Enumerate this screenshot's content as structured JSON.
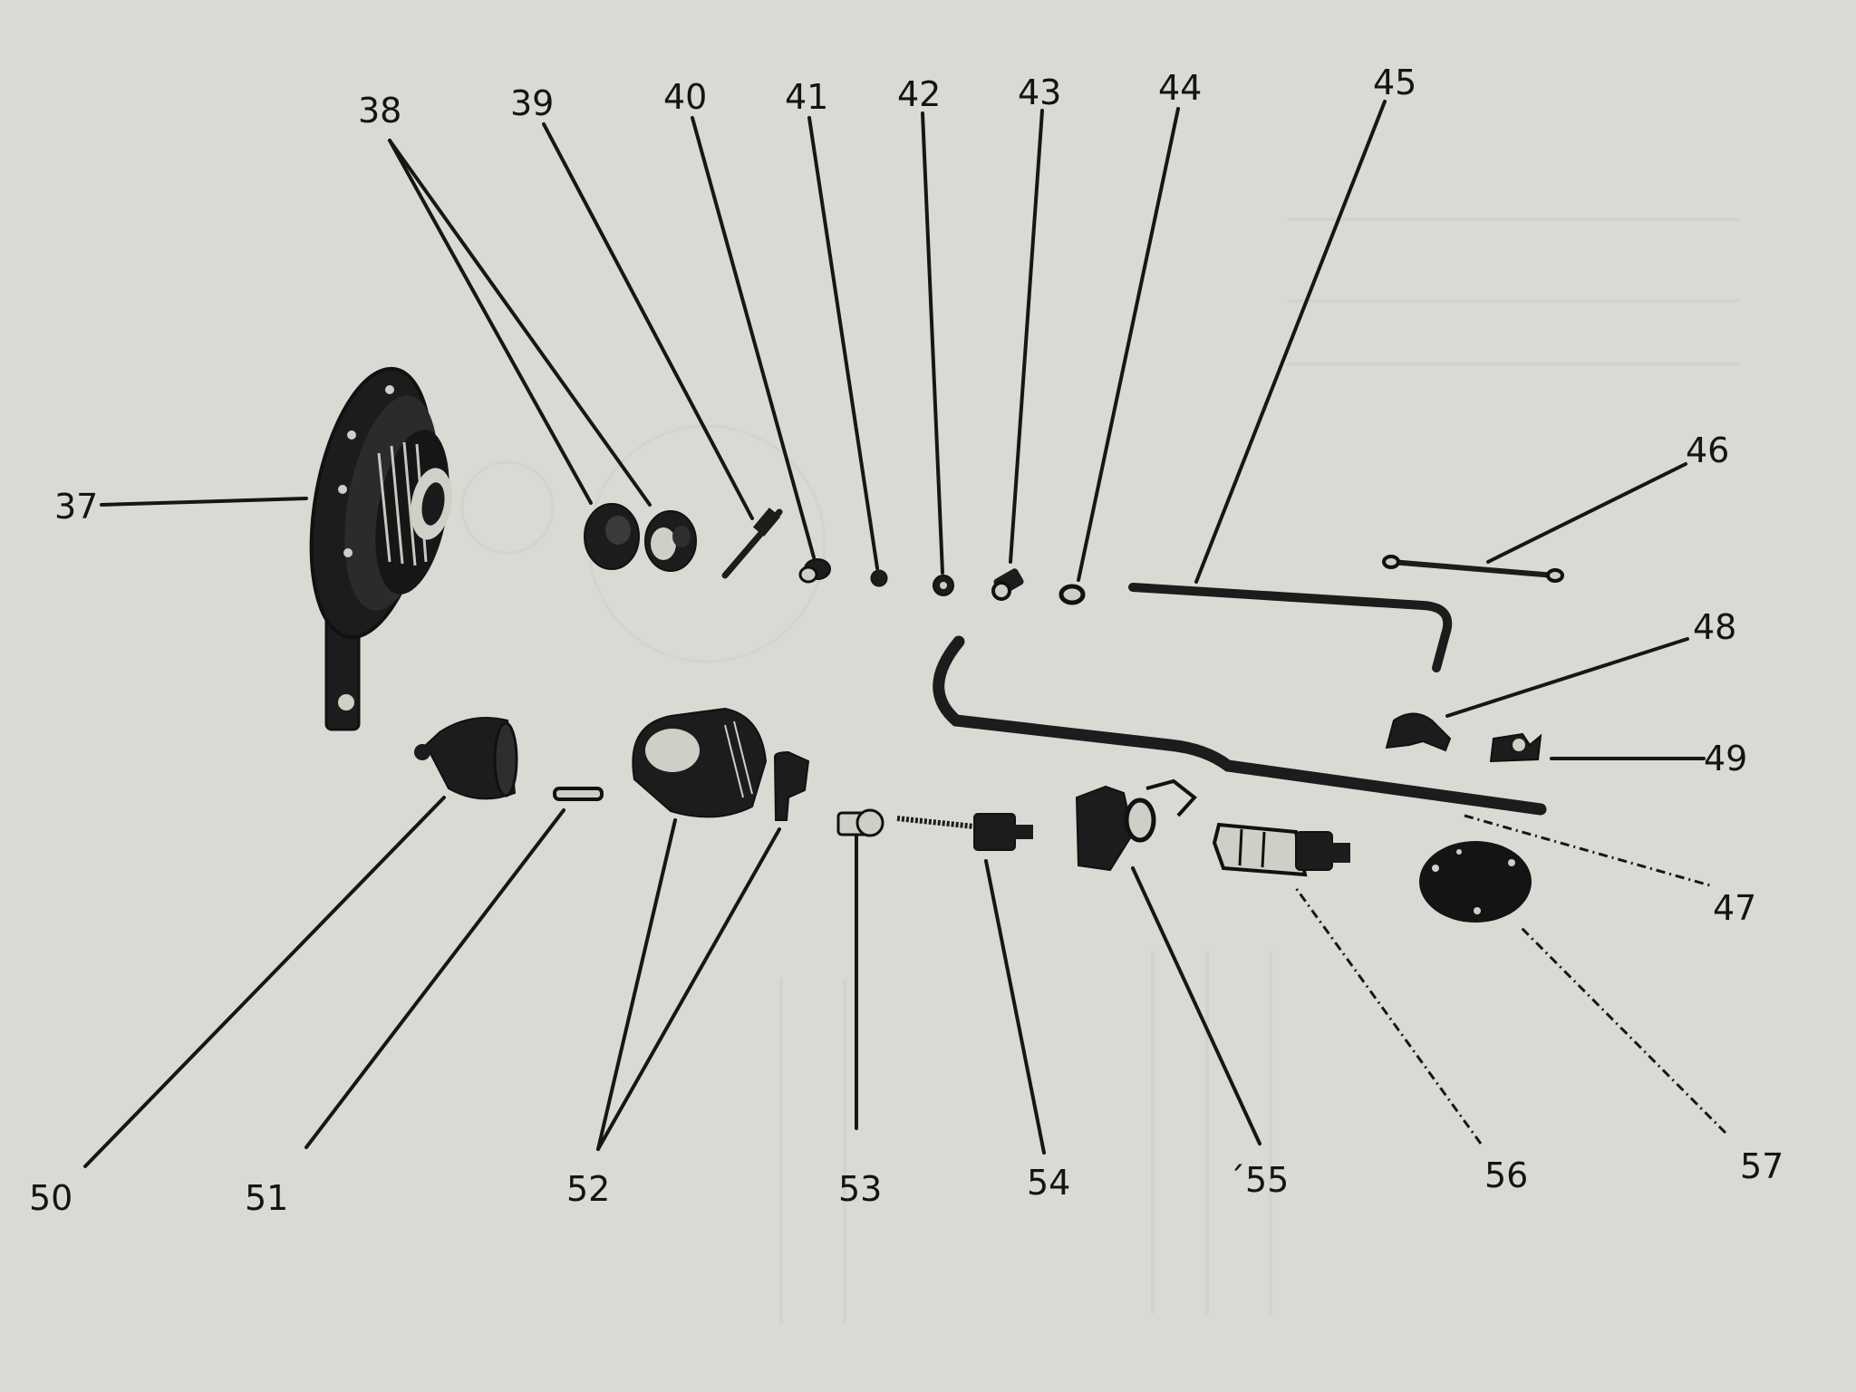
{
  "diagram": {
    "labels": {
      "p37": "37",
      "p38": "38",
      "p39": "39",
      "p40": "40",
      "p41": "41",
      "p42": "42",
      "p43": "43",
      "p44": "44",
      "p45": "45",
      "p46": "46",
      "p47": "47",
      "p48": "48",
      "p49": "49",
      "p50": "50",
      "p51": "51",
      "p52": "52",
      "p53": "53",
      "p54": "54",
      "p55": "´55",
      "p56": "56",
      "p57": "57"
    }
  }
}
